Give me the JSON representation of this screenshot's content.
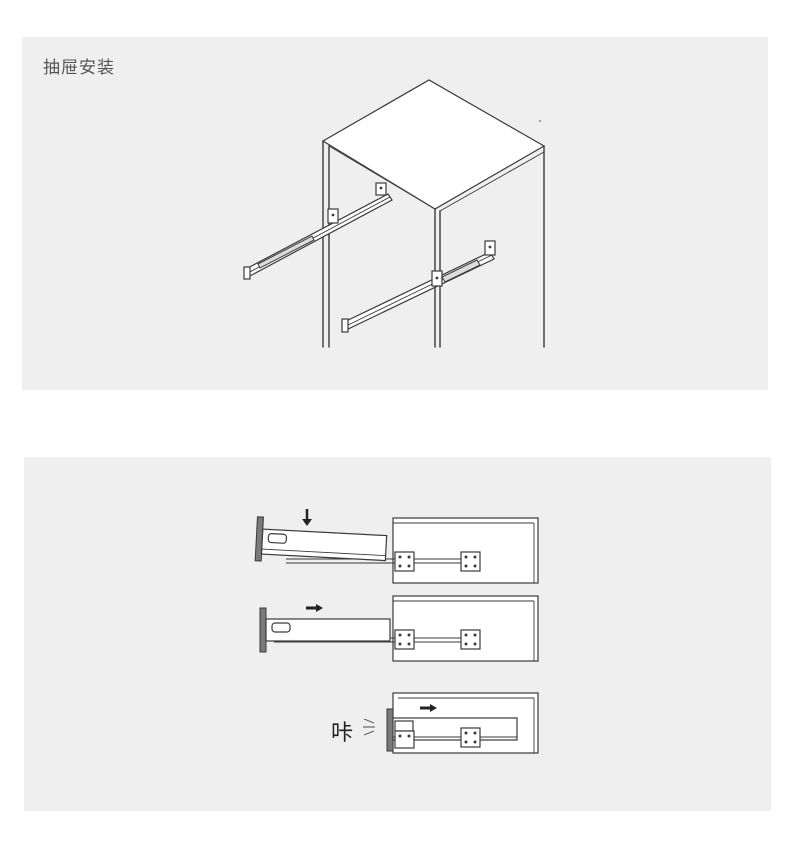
{
  "section1": {
    "title": "抽屉安装"
  },
  "section2": {
    "steps": [
      {
        "direction": "down-arrow"
      },
      {
        "direction": "right-arrow"
      },
      {
        "direction": "right-arrow",
        "sound_text": "咔"
      }
    ]
  },
  "colors": {
    "panel_bg": "#efefef",
    "line": "#3a3a3a",
    "drawer_face": "#7a7a7a"
  }
}
